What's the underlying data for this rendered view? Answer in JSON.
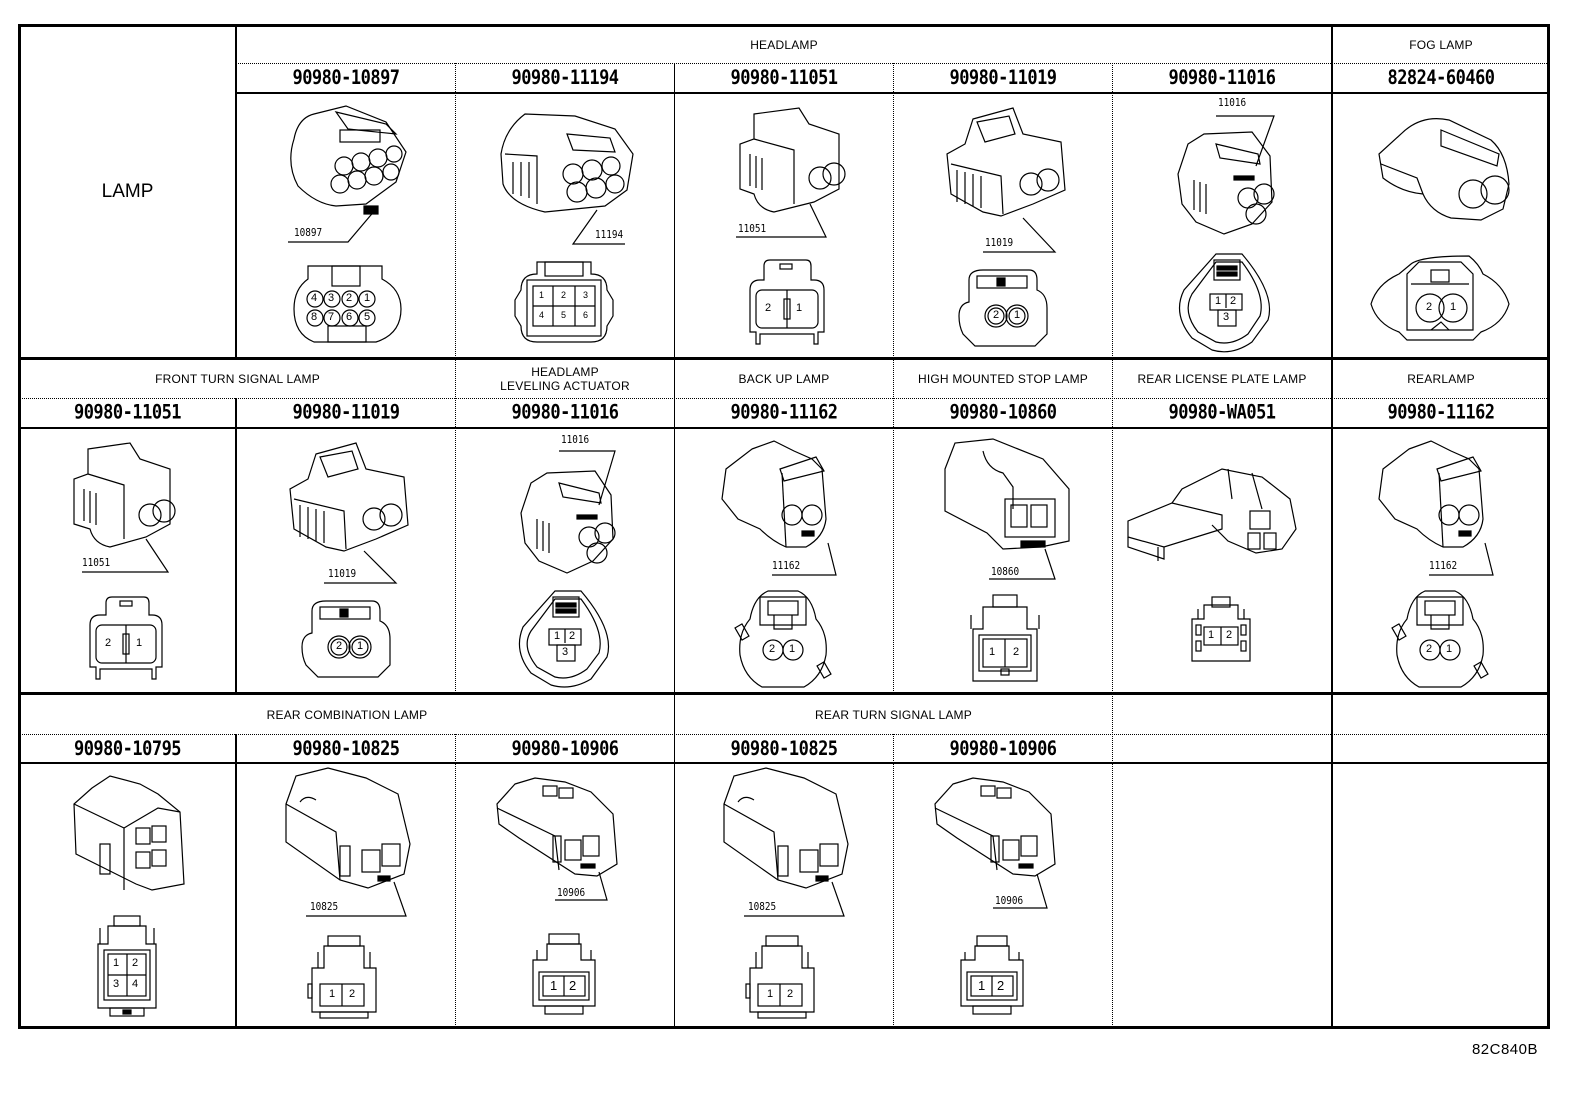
{
  "table_title": "LAMP",
  "drawing_code": "82C840B",
  "rows": [
    {
      "groups": [
        {
          "label": "HEADLAMP",
          "span": 5
        },
        {
          "label": "FOG LAMP",
          "span": 1
        }
      ],
      "connectors": [
        {
          "part": "90980-10897",
          "callout": "10897",
          "pins": [
            "4",
            "3",
            "2",
            "1",
            "8",
            "7",
            "6",
            "5"
          ],
          "pin_count": 8
        },
        {
          "part": "90980-11194",
          "callout": "11194",
          "pins": [
            "1",
            "2",
            "3",
            "4",
            "5",
            "6"
          ],
          "pin_count": 6
        },
        {
          "part": "90980-11051",
          "callout": "11051",
          "pins": [
            "2",
            "1"
          ],
          "pin_count": 2
        },
        {
          "part": "90980-11019",
          "callout": "11019",
          "pins": [
            "2",
            "1"
          ],
          "pin_count": 2
        },
        {
          "part": "90980-11016",
          "callout": "11016",
          "pins": [
            "1",
            "2",
            "3"
          ],
          "pin_count": 3
        },
        {
          "part": "82824-60460",
          "callout": "",
          "pins": [
            "2",
            "1"
          ],
          "pin_count": 2
        }
      ]
    },
    {
      "groups": [
        {
          "label": "FRONT TURN SIGNAL LAMP",
          "span": 2
        },
        {
          "label": "HEADLAMP\nLEVELING ACTUATOR",
          "line1": "HEADLAMP",
          "line2": "LEVELING ACTUATOR",
          "span": 1
        },
        {
          "label": "BACK UP LAMP",
          "span": 1
        },
        {
          "label": "HIGH MOUNTED STOP LAMP",
          "span": 1
        },
        {
          "label": "REAR LICENSE PLATE LAMP",
          "span": 1
        },
        {
          "label": "REARLAMP",
          "span": 1
        }
      ],
      "connectors": [
        {
          "part": "90980-11051",
          "callout": "11051",
          "pins": [
            "2",
            "1"
          ],
          "pin_count": 2
        },
        {
          "part": "90980-11019",
          "callout": "11019",
          "pins": [
            "2",
            "1"
          ],
          "pin_count": 2
        },
        {
          "part": "90980-11016",
          "callout": "11016",
          "pins": [
            "1",
            "2",
            "3"
          ],
          "pin_count": 3
        },
        {
          "part": "90980-11162",
          "callout": "11162",
          "pins": [
            "2",
            "1"
          ],
          "pin_count": 2
        },
        {
          "part": "90980-10860",
          "callout": "10860",
          "pins": [
            "1",
            "2"
          ],
          "pin_count": 2
        },
        {
          "part": "90980-WA051",
          "callout": "",
          "pins": [
            "1",
            "2"
          ],
          "pin_count": 2
        },
        {
          "part": "90980-11162",
          "callout": "11162",
          "pins": [
            "2",
            "1"
          ],
          "pin_count": 2
        }
      ]
    },
    {
      "groups": [
        {
          "label": "REAR COMBINATION LAMP",
          "span": 3
        },
        {
          "label": "REAR TURN SIGNAL LAMP",
          "span": 2
        },
        {
          "label": "",
          "span": 1
        },
        {
          "label": "",
          "span": 1
        }
      ],
      "connectors": [
        {
          "part": "90980-10795",
          "callout": "",
          "pins": [
            "1",
            "2",
            "3",
            "4"
          ],
          "pin_count": 4
        },
        {
          "part": "90980-10825",
          "callout": "10825",
          "pins": [
            "1",
            "2"
          ],
          "pin_count": 2
        },
        {
          "part": "90980-10906",
          "callout": "10906",
          "pins": [
            "1",
            "2"
          ],
          "pin_count": 2
        },
        {
          "part": "90980-10825",
          "callout": "10825",
          "pins": [
            "1",
            "2"
          ],
          "pin_count": 2
        },
        {
          "part": "90980-10906",
          "callout": "10906",
          "pins": [
            "1",
            "2"
          ],
          "pin_count": 2
        },
        {
          "part": "",
          "callout": "",
          "pins": [],
          "pin_count": 0
        },
        {
          "part": "",
          "callout": "",
          "pins": [],
          "pin_count": 0
        }
      ]
    }
  ]
}
